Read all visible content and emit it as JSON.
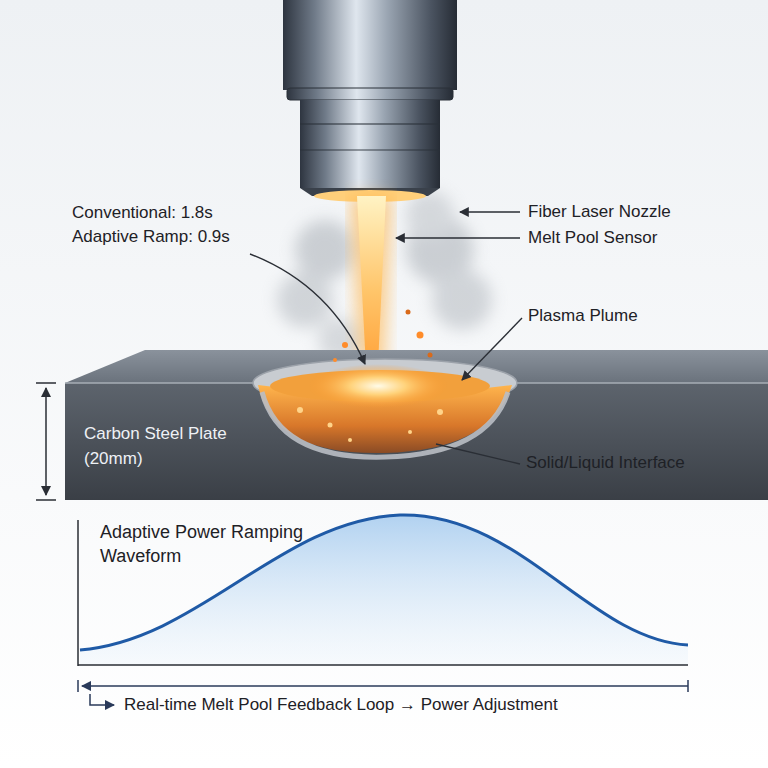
{
  "diagram": {
    "nodes": [
      {
        "text": [
          "Carbon Steel Plate (20mm)"
        ]
      }
    ],
    "labels": [
      "Fiber Laser Nozzle",
      "Conventional: 1.8s",
      "Adaptive Ramp: 0.9s",
      "Melt Pool Sensor",
      "Plasma Plume",
      "Solid/Liquid Interface",
      "Adaptive Power Ramping Waveform",
      "Real-time Melt Pool Feedback Loop → Power Adjustment"
    ]
  }
}
